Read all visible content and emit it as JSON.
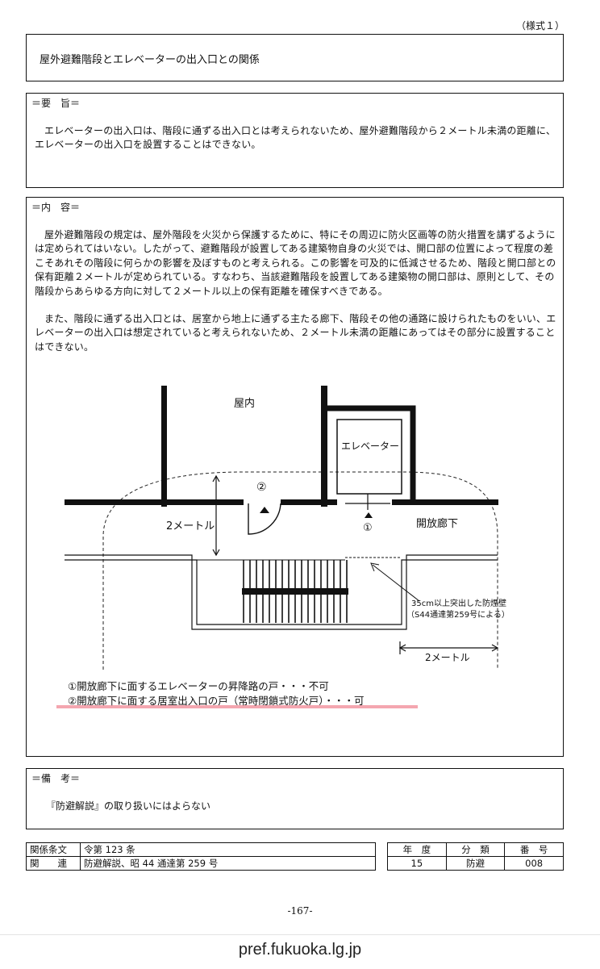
{
  "form_label": "（様式１）",
  "title": "屋外避難階段とエレベーターの出入口との関係",
  "summary": {
    "heading": "＝要　旨＝",
    "text": "エレベーターの出入口は、階段に通ずる出入口とは考えられないため、屋外避難階段から２メートル未満の距離に、エレベーターの出入口を設置することはできない。"
  },
  "content": {
    "heading": "＝内　容＝",
    "paragraphs": [
      "屋外避難階段の規定は、屋外階段を火災から保護するために、特にその周辺に防火区画等の防火措置を講ずるようには定められてはいない。したがって、避難階段が設置してある建築物自身の火災では、開口部の位置によって程度の差こそあれその階段に何らかの影響を及ぼすものと考えられる。この影響を可及的に低減させるため、階段と開口部との保有距離２メートルが定められている。すなわち、当該避難階段を設置してある建築物の開口部は、原則として、その階段からあらゆる方向に対して２メートル以上の保有距離を確保すべきである。",
      "また、階段に通ずる出入口とは、居室から地上に通ずる主たる廊下、階段その他の通路に設けられたものをいい、エレベーターの出入口は想定されていると考えられないため、２メートル未満の距離にあってはその部分に設置することはできない。"
    ],
    "diagram": {
      "indoor_label": "屋内",
      "elevator_label": "エレベーター",
      "marker_1": "①",
      "marker_2": "②",
      "distance_label_left": "2メートル",
      "corridor_label": "開放廊下",
      "smoke_wall_label_1": "35cm以上突出した防煙壁",
      "smoke_wall_label_2": "（S44通達第259号による）",
      "distance_label_bottom": "2メートル"
    },
    "notes": [
      "①開放廊下に面するエレベーターの昇降路の戸・・・不可",
      "②開放廊下に面する居室出入口の戸（常時閉鎖式防火戸）・・・可"
    ]
  },
  "remarks": {
    "heading": "＝備　考＝",
    "text": "『防避解説』の取り扱いにはよらない"
  },
  "meta_left": [
    {
      "label": "関係条文",
      "value": "令第 123 条"
    },
    {
      "label": "関　　連",
      "value": "防避解説、昭 44 通達第 259 号"
    }
  ],
  "meta_right": {
    "headers": [
      "年　度",
      "分　類",
      "番　号"
    ],
    "values": [
      "15",
      "防避",
      "008"
    ]
  },
  "page_number": "-167-",
  "url": "pref.fukuoka.lg.jp",
  "colors": {
    "highlight": "#f4a6b0"
  }
}
